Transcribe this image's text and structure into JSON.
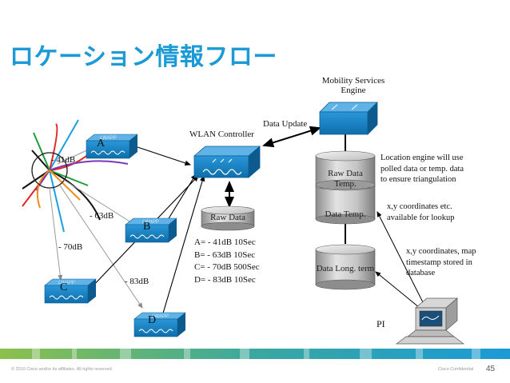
{
  "title": "ロケーション情報フロー",
  "mse": {
    "label_line1": "Mobility Services",
    "label_line2": "Engine"
  },
  "wlc": {
    "label": "WLAN Controller"
  },
  "data_update": "Data Update",
  "raw_data_db": "Raw Data",
  "db_stack": {
    "raw_temp_line1": "Raw Data",
    "raw_temp_line2": "Temp.",
    "data_temp": "Data Temp.",
    "data_long": "Data Long. term"
  },
  "location_engine_note": [
    "Location engine will use",
    "polled data or temp. data",
    "to ensure triangulation"
  ],
  "xy_lookup_note": [
    "x,y coordinates etc.",
    "available for lookup"
  ],
  "xy_map_note": [
    "x,y coordinates, map",
    "timestamp stored in",
    "database"
  ],
  "pi_label": "PI",
  "access_points": [
    {
      "letter": "A",
      "badge": "LWAPP"
    },
    {
      "letter": "B",
      "badge": "LWAPP"
    },
    {
      "letter": "C",
      "badge": "LWAPP"
    },
    {
      "letter": "D",
      "badge": "LWAPP"
    }
  ],
  "signals": {
    "a": "- 41dB",
    "b": "- 63dB",
    "c": "- 70dB",
    "d": "- 83dB"
  },
  "rssi_table": [
    "A= - 41dB 10Sec",
    "B= - 63dB 10Sec",
    "C= - 70dB 500Sec",
    "D= - 83dB 10Sec"
  ],
  "footer": {
    "copyright": "© 2010 Cisco and/or its affiliates. All rights reserved.",
    "confidential": "Cisco Confidential",
    "page": "45"
  },
  "colors": {
    "title": "#1b9ad6",
    "device_blue": "#1a86c8",
    "footer_band": [
      "#8cc04b",
      "#1b9ad6"
    ]
  }
}
